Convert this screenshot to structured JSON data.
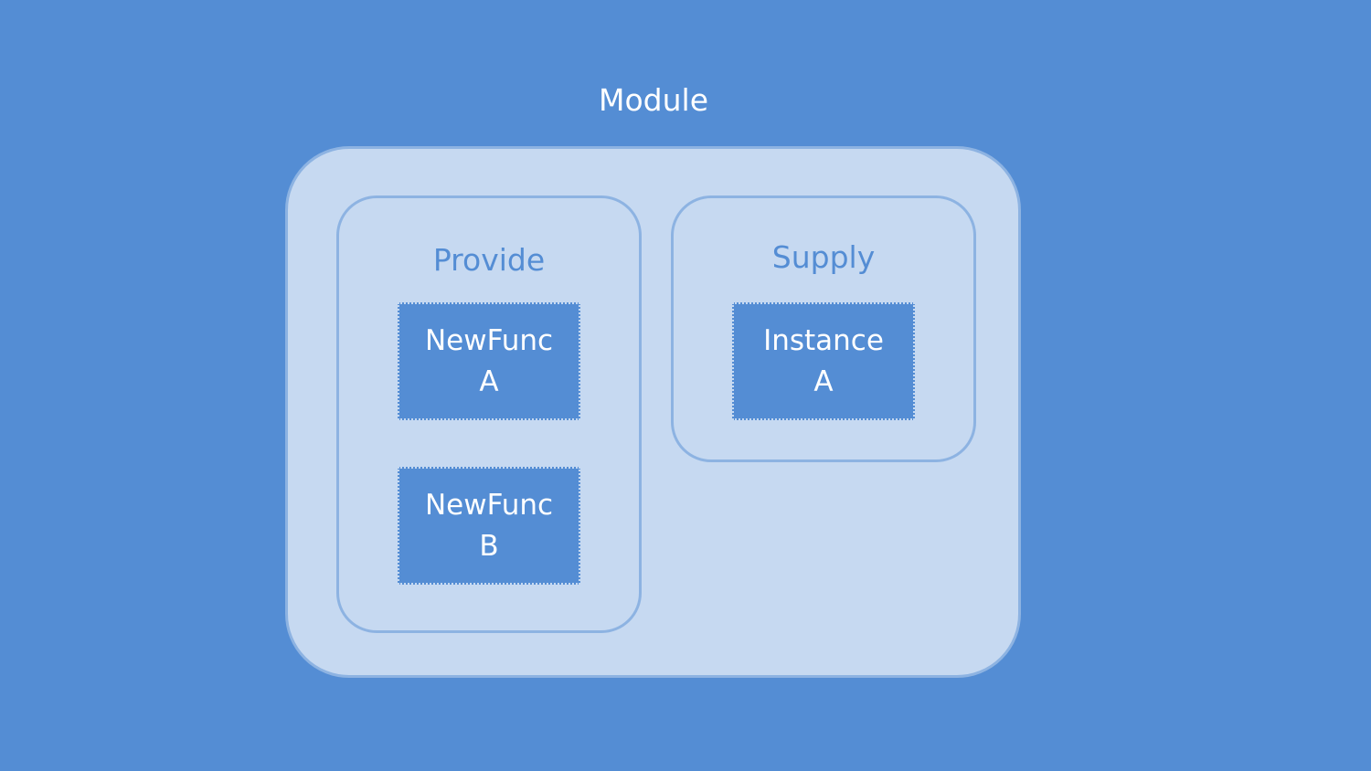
{
  "module": {
    "title": "Module",
    "groups": [
      {
        "title": "Provide",
        "items": [
          {
            "line1": "NewFunc",
            "line2": "A"
          },
          {
            "line1": "NewFunc",
            "line2": "B"
          }
        ]
      },
      {
        "title": "Supply",
        "items": [
          {
            "line1": "Instance",
            "line2": "A"
          }
        ]
      }
    ]
  },
  "colors": {
    "background": "#548dd4",
    "container_fill": "#c6d9f1",
    "container_border": "#8db3e2",
    "item_fill": "#548dd4",
    "title_text": "#ffffff",
    "group_title_text": "#548dd4"
  }
}
